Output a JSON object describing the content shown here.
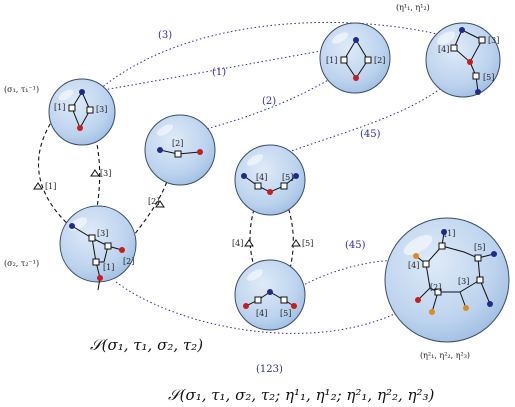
{
  "colors": {
    "bubble_fill": "#bcd3ee",
    "bubble_edge": "#3a4d6a",
    "blue_node": "#1f2b8a",
    "red_node": "#c81d1d",
    "orange_node": "#e08a1e",
    "dotted_link": "#2b2bb0"
  },
  "bubble_labels": {
    "top_right": "(η¹₁, η¹₂)",
    "left_top": "(σ₁, τ₁⁻¹)",
    "left_bottom": "(σ₂, τ₂⁻¹)",
    "bottom_right": "(η²₁, η²₂, η²₃)"
  },
  "vertex_labels": {
    "v1": "[1]",
    "v2": "[2]",
    "v3": "[3]",
    "v4": "[4]",
    "v5": "[5]"
  },
  "link_labels": {
    "l3": "(3)",
    "l1": "(1)",
    "l2": "(2)",
    "l45a": "(45)",
    "l45b": "(45)",
    "l123": "(123)"
  },
  "captions": {
    "middle": "𝒮(σ₁, τ₁, σ₂, τ₂)",
    "bottom": "𝒮(σ₁, τ₁, σ₂, τ₂; η¹₁, η¹₂; η²₁, η²₂, η²₃)"
  }
}
